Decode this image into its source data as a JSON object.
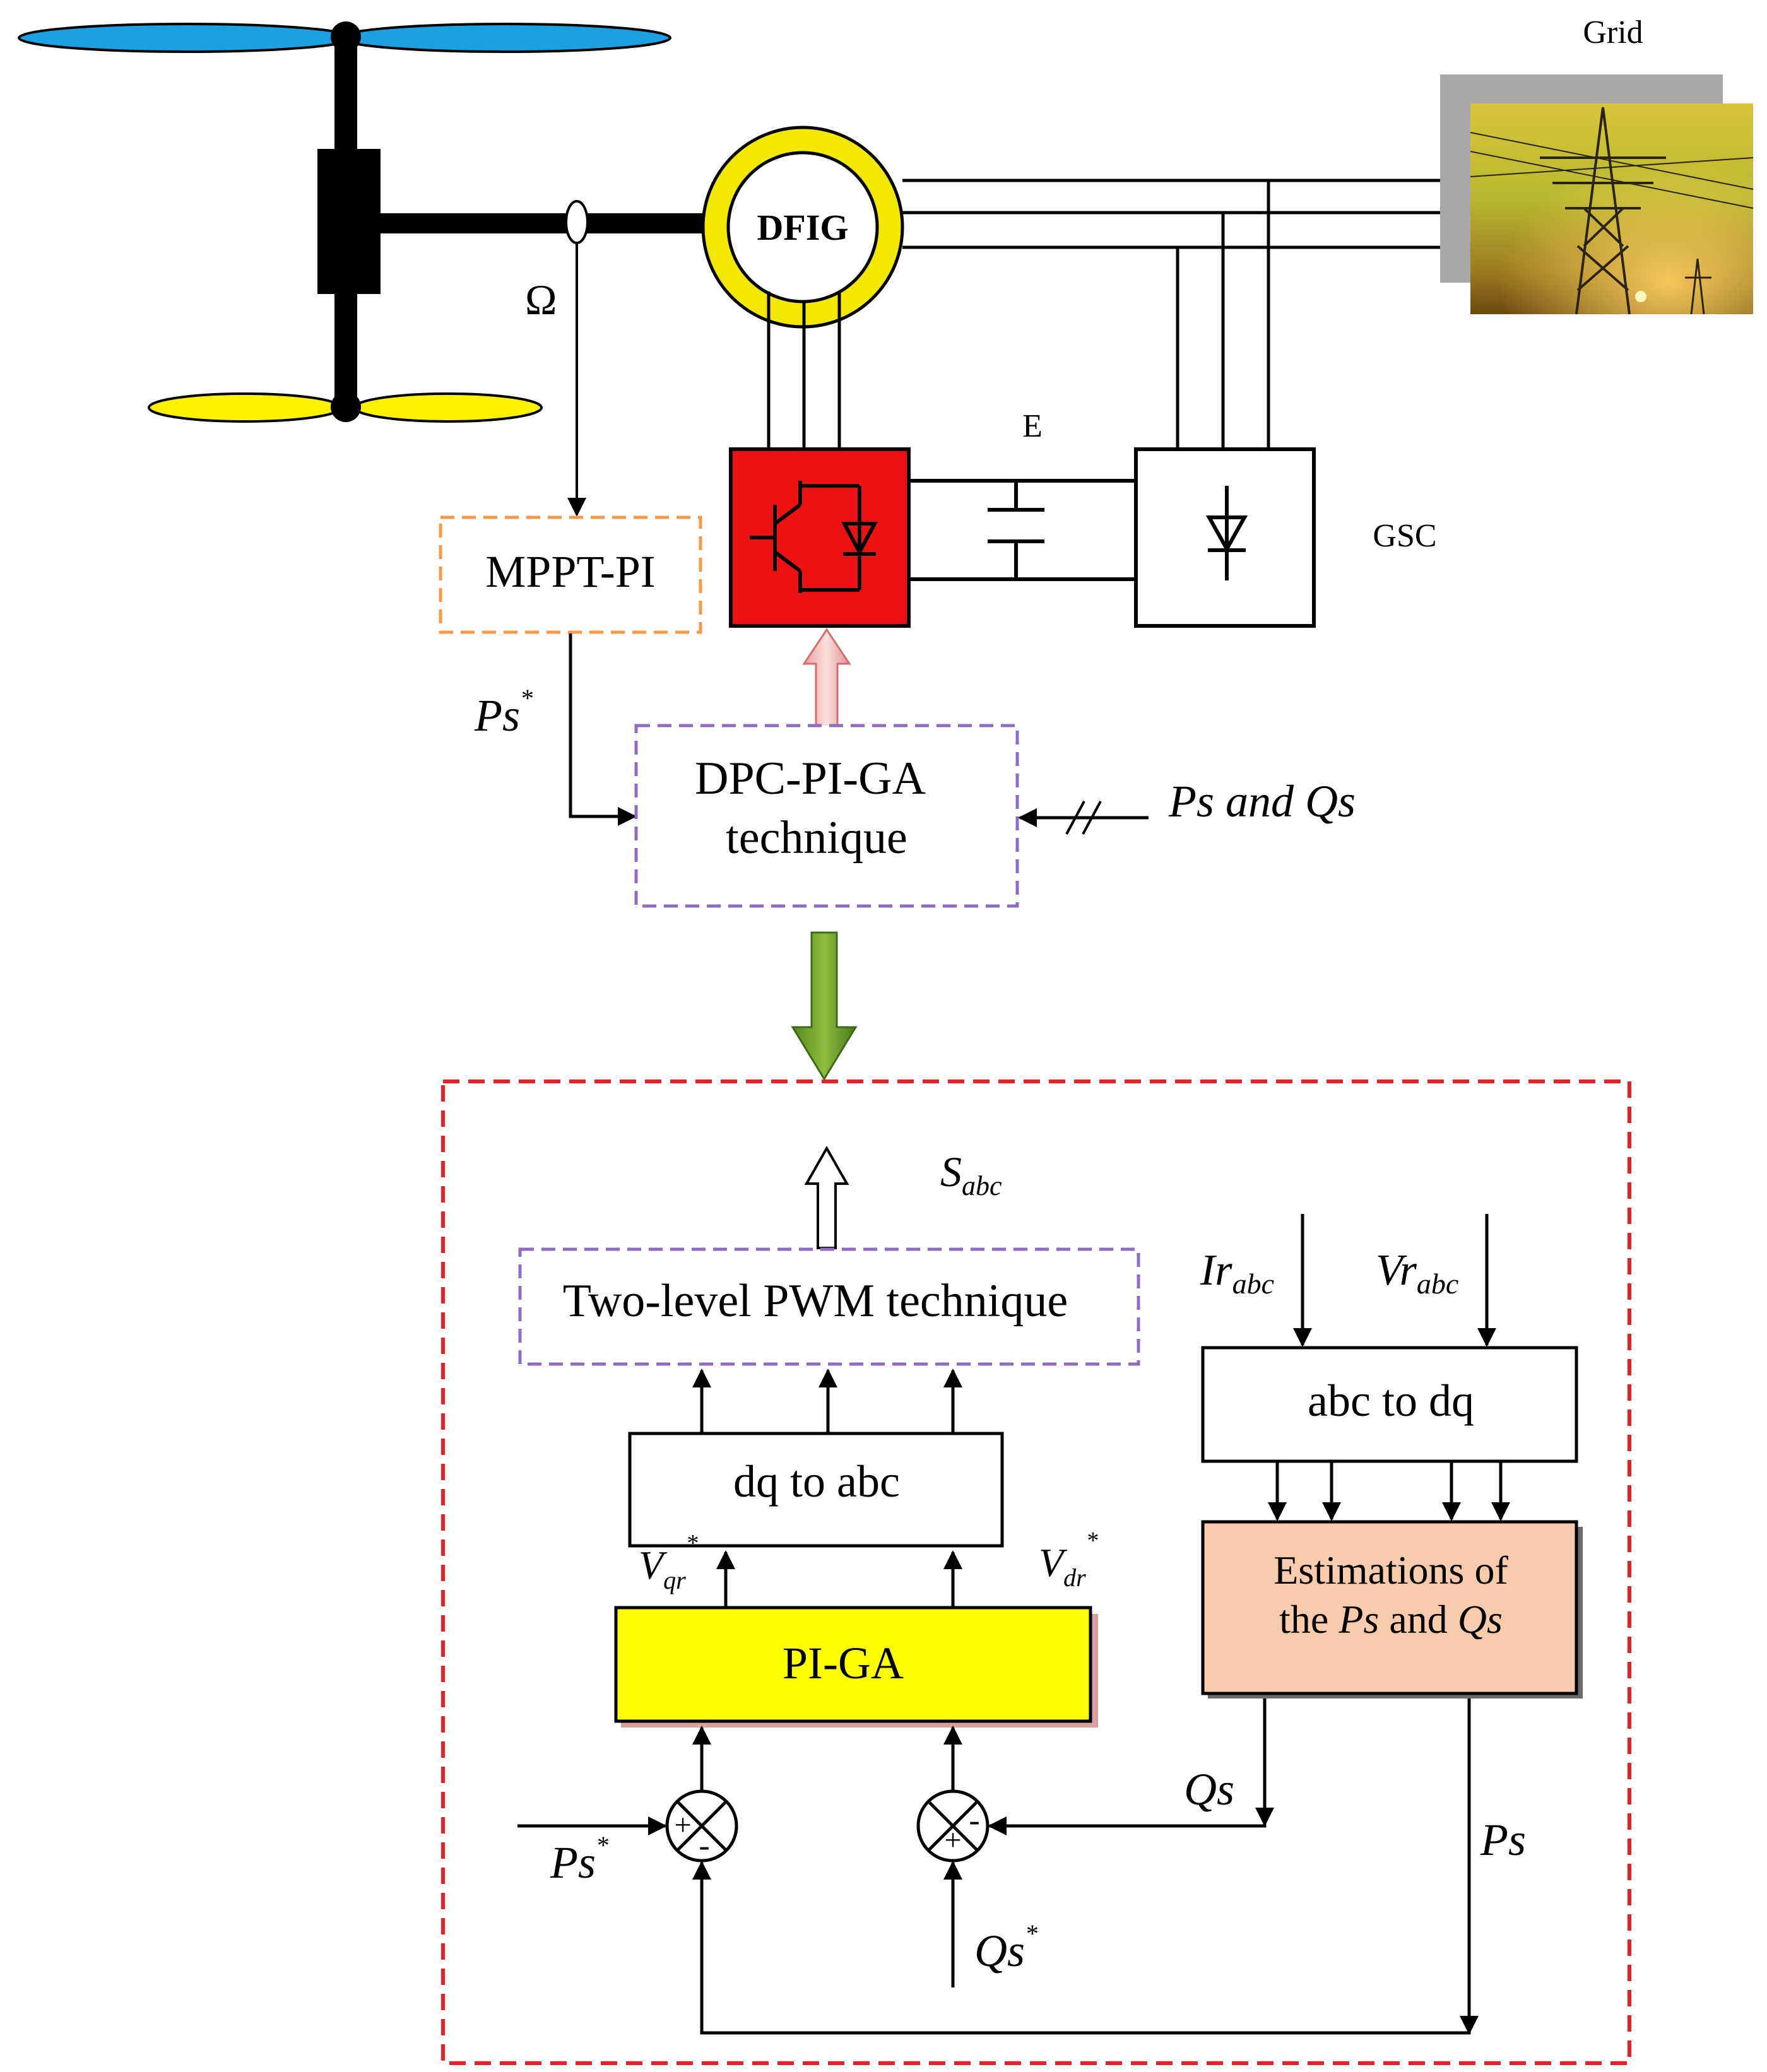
{
  "grid_label": "Grid",
  "generator_label": "DFIG",
  "omega_label": "Ω",
  "dc_link_label": "E",
  "gsc_label": "GSC",
  "mppt_label": "MPPT-PI",
  "ps_ref_top": {
    "base": "Ps",
    "sup": "*"
  },
  "dpc_box": {
    "line1": "DPC-PI-GA",
    "line2": "technique"
  },
  "ps_qs_input": "Ps and Qs",
  "s_abc": {
    "base": "S",
    "sub": "abc"
  },
  "pwm_box": "Two-level PWM technique",
  "dq_to_abc": "dq to abc",
  "abc_to_dq": "abc to dq",
  "ir_abc": {
    "base": "Ir",
    "sub": "abc"
  },
  "vr_abc": {
    "base": "Vr",
    "sub": "abc"
  },
  "vqr": {
    "base": "V",
    "sub": "qr",
    "sup": "*"
  },
  "vdr": {
    "base": "V",
    "sub": "dr",
    "sup": "*"
  },
  "pi_ga": "PI-GA",
  "estimation_box": {
    "line1": "Estimations of",
    "line2_pre": "the ",
    "line2_ps": "Ps",
    "line2_mid": " and ",
    "line2_qs": "Qs"
  },
  "qs_feedback": "Qs",
  "ps_feedback": "Ps",
  "ps_ref_bottom": {
    "base": "Ps",
    "sup": "*"
  },
  "qs_ref_bottom": {
    "base": "Qs",
    "sup": "*"
  },
  "sum1_signs": {
    "plus": "+",
    "minus": "-"
  },
  "sum2_signs": {
    "plus": "+",
    "minus": "-"
  },
  "colors": {
    "blade_top": "#1ba0e0",
    "blade_bottom": "#fff200",
    "dfig_ring": "#f2e800",
    "rsc_fill": "#ee1111",
    "mppt_border": "#f59a4a",
    "purple_border": "#8e6cc0",
    "red_border": "#e8202a",
    "pi_ga_fill": "#ffff00",
    "estimation_fill": "#f8cbad",
    "green_arrow": "#6e9a2e",
    "pink_arrow": "#f2b5b5"
  }
}
